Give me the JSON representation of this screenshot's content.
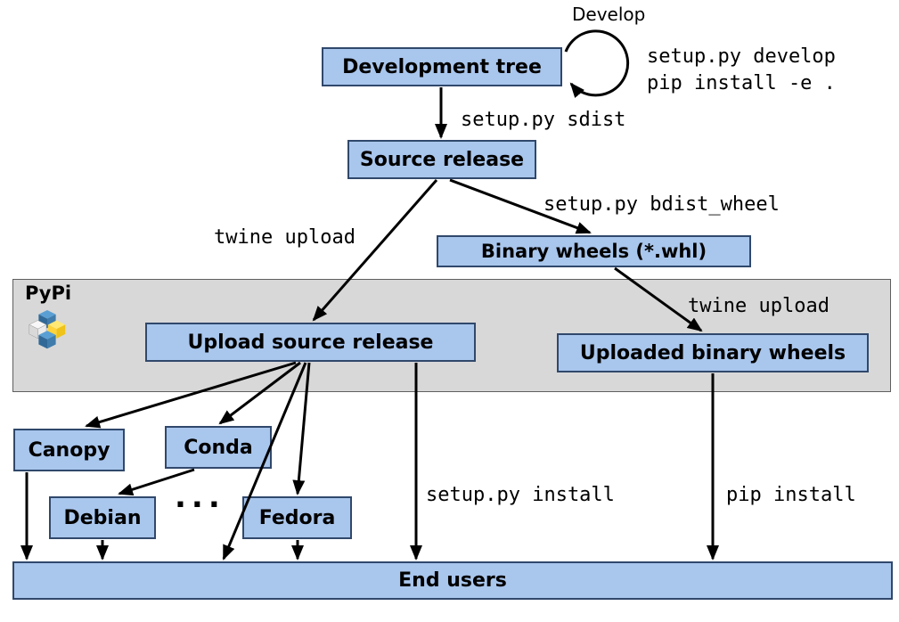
{
  "nodes": {
    "development_tree": "Development tree",
    "source_release": "Source release",
    "binary_wheels": "Binary wheels (*.whl)",
    "upload_source_release": "Upload source release",
    "uploaded_binary_wheels": "Uploaded binary wheels",
    "canopy": "Canopy",
    "conda": "Conda",
    "debian": "Debian",
    "fedora": "Fedora",
    "end_users": "End users"
  },
  "pypi": {
    "label": "PyPi"
  },
  "edge_labels": {
    "develop": "Develop",
    "develop_cmd_1": "setup.py develop",
    "develop_cmd_2": "pip install -e .",
    "sdist": "setup.py sdist",
    "twine_upload_source": "twine upload",
    "bdist_wheel": "setup.py bdist_wheel",
    "twine_upload_wheels": "twine upload",
    "setup_install": "setup.py install",
    "pip_install": "pip install",
    "ellipsis": "..."
  },
  "colors": {
    "box_fill": "#a9c6ed",
    "box_border": "#30486b",
    "band_fill": "#d8d8d8",
    "arrow": "#000000",
    "pypi_blue": "#306998",
    "pypi_yellow": "#ffd43b"
  }
}
